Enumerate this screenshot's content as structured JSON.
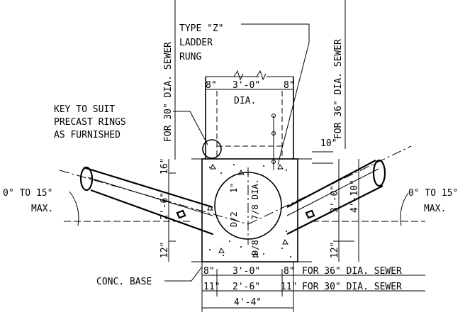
{
  "labels": {
    "type_z": "TYPE \"Z\"",
    "ladder": "LADDER",
    "rung": "RUNG",
    "key_1": "KEY TO SUIT",
    "key_2": "PRECAST RINGS",
    "key_3": "AS FURNISHED",
    "conc_base": "CONC. BASE",
    "for_30_vertical": "FOR 30\" DIA. SEWER",
    "for_36_vertical": "FOR 36\" DIA. SEWER",
    "angle_left_1": "0° TO 15°",
    "angle_left_2": "MAX.",
    "angle_right_1": "0° TO 15°",
    "angle_right_2": "MAX.",
    "dia": "DIA.",
    "for_36_bottom": "FOR 36\" DIA. SEWER",
    "for_30_bottom": "FOR 30\" DIA. SEWER"
  },
  "dimensions": {
    "top_8_left": "8\"",
    "top_3_0": "3'-0\"",
    "top_8_right": "8\"",
    "ten_in": "10\"",
    "sixteen_in": "16\"",
    "two_six_left": "2'-6\"",
    "twelve_left": "12\"",
    "three_zero_right": "3'-0\"",
    "four_ten": "4'-10\"",
    "twelve_right": "12\"",
    "one_in": "1\"",
    "d_half": "D/2",
    "seven_eighth_dia": "7/8 DIA.",
    "d_eighth": "D/8",
    "bot_8_left": "8\"",
    "bot_3_0": "3'-0\"",
    "bot_8_right": "8\"",
    "bot_11_left": "11\"",
    "bot_2_6": "2'-6\"",
    "bot_11_right": "11\"",
    "bot_4_4": "4'-4\""
  }
}
